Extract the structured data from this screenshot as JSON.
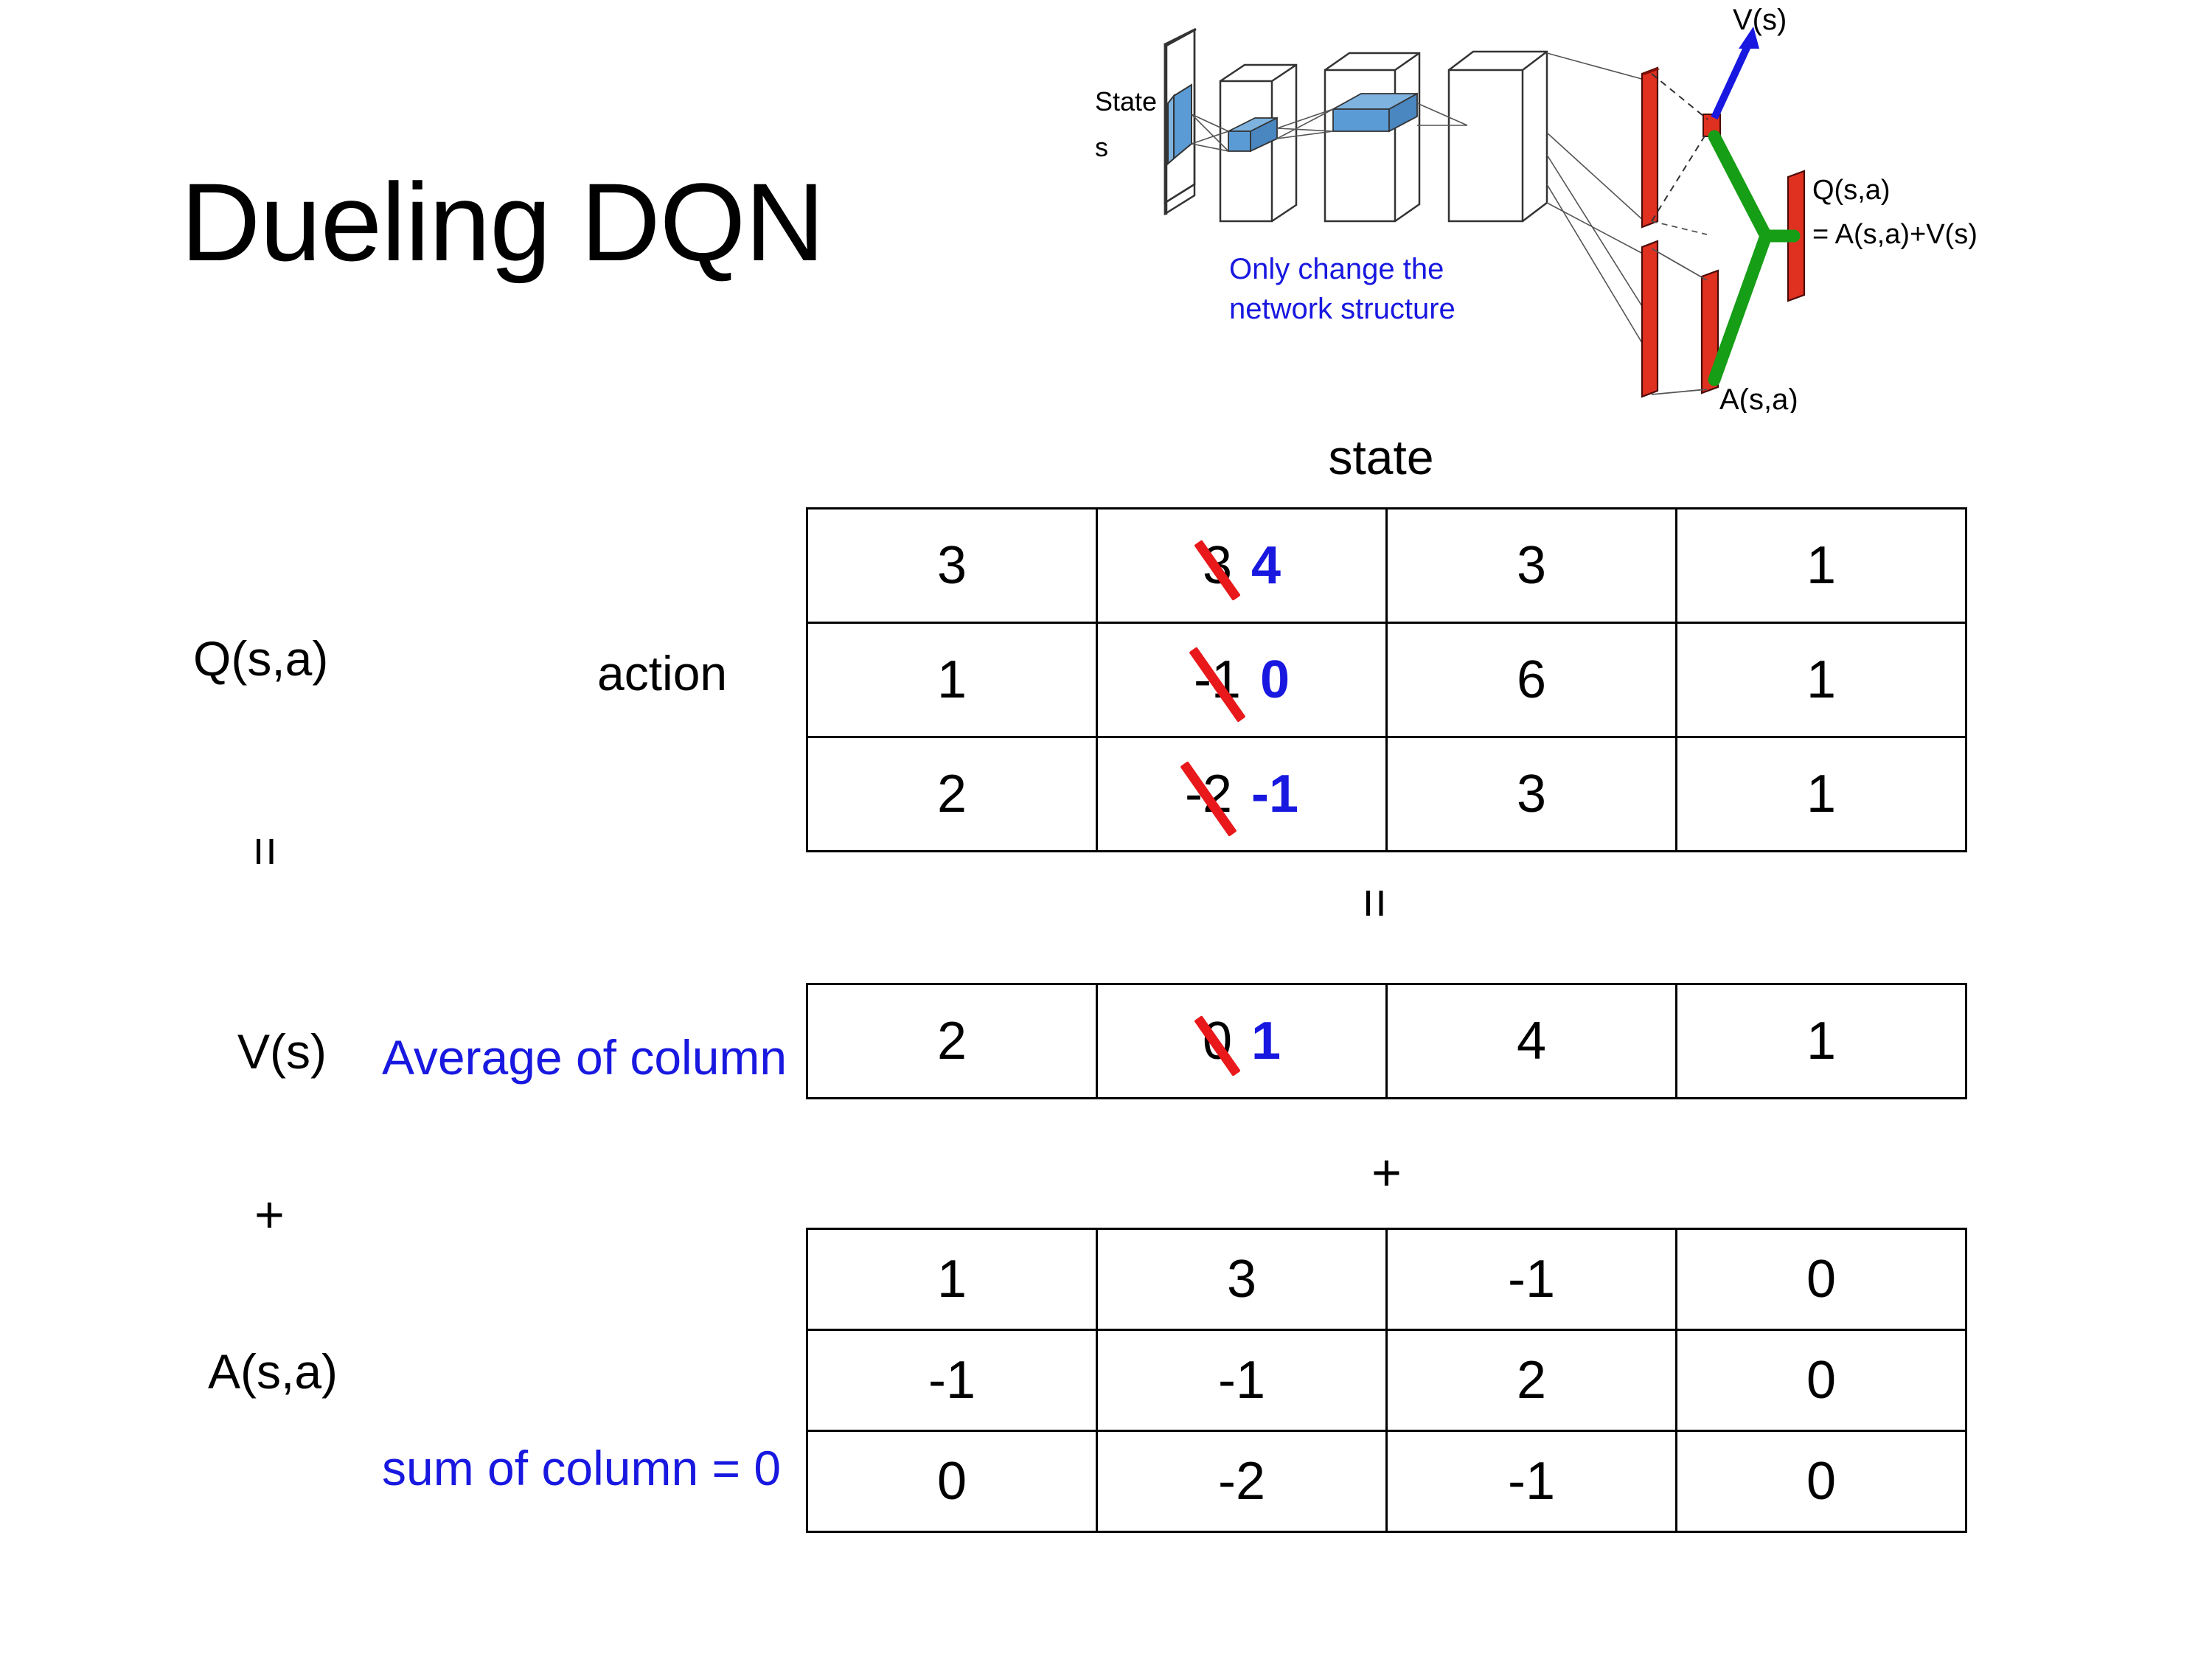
{
  "slide": {
    "title": "Dueling DQN"
  },
  "diagram": {
    "state_label_line1": "State",
    "state_label_line2": "s",
    "note_line1": "Only change the",
    "note_line2": "network structure",
    "v_label": "V(s)",
    "a_label": "A(s,a)",
    "q_label_line1": "Q(s,a)",
    "q_label_line2": "= A(s,a)+V(s)",
    "note_color": "#1818E0",
    "bar_color": "#E03020",
    "block_color": "#5B9BD5",
    "join_color": "#169E16",
    "arrow_color": "#1818E0"
  },
  "captions": {
    "state": "state",
    "action": "action"
  },
  "labels": {
    "q": "Q(s,a)",
    "v": "V(s)",
    "a": "A(s,a)",
    "average_of_column": "Average of column",
    "sum_of_column": "sum of column = 0"
  },
  "operators": {
    "equals_left": "=",
    "equals_middle": "=",
    "plus_left": "+",
    "plus_middle": "+"
  },
  "colors": {
    "edit_strike": "#E8181B",
    "edit_new": "#1818E0",
    "text": "#000000",
    "annotation": "#1818E0"
  },
  "chart_data": {
    "type": "table",
    "title": "Dueling DQN  Q(s,a) = V(s) + A(s,a)",
    "row_axis": "action",
    "col_axis": "state",
    "tables": [
      {
        "name": "Q(s,a)",
        "rows": [
          [
            {
              "value": "3"
            },
            {
              "value": "3",
              "struck": true,
              "new_value": "4"
            },
            {
              "value": "3"
            },
            {
              "value": "1"
            }
          ],
          [
            {
              "value": "1"
            },
            {
              "value": "-1",
              "struck": true,
              "new_value": "0"
            },
            {
              "value": "6"
            },
            {
              "value": "1"
            }
          ],
          [
            {
              "value": "2"
            },
            {
              "value": "-2",
              "struck": true,
              "new_value": "-1"
            },
            {
              "value": "3"
            },
            {
              "value": "1"
            }
          ]
        ]
      },
      {
        "name": "V(s)",
        "rows": [
          [
            {
              "value": "2"
            },
            {
              "value": "0",
              "struck": true,
              "new_value": "1"
            },
            {
              "value": "4"
            },
            {
              "value": "1"
            }
          ]
        ]
      },
      {
        "name": "A(s,a)",
        "rows": [
          [
            {
              "value": "1"
            },
            {
              "value": "3"
            },
            {
              "value": "-1"
            },
            {
              "value": "0"
            }
          ],
          [
            {
              "value": "-1"
            },
            {
              "value": "-1"
            },
            {
              "value": "2"
            },
            {
              "value": "0"
            }
          ],
          [
            {
              "value": "0"
            },
            {
              "value": "-2"
            },
            {
              "value": "-1"
            },
            {
              "value": "0"
            }
          ]
        ]
      }
    ]
  }
}
